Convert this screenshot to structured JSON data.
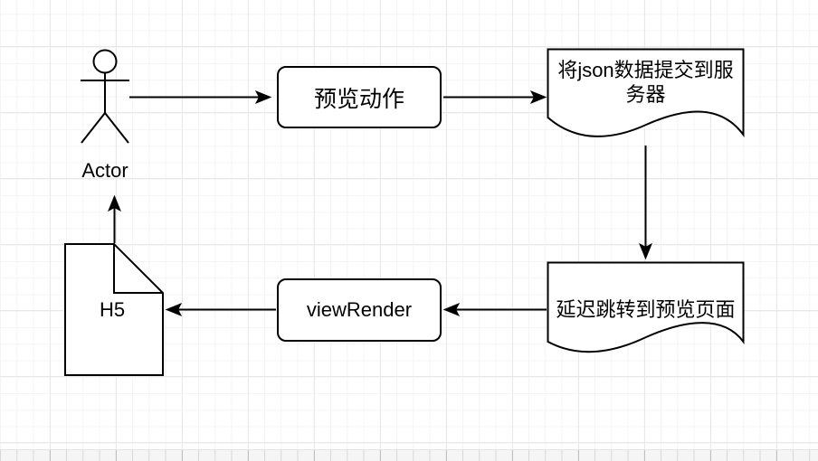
{
  "diagram": {
    "type": "flowchart",
    "background_color": "#ffffff",
    "stroke_color": "#000000",
    "shape_fill_color": "#ffffff",
    "grid": {
      "minor_color": "#f4f4f6",
      "major_color": "#e8e8ea"
    },
    "nodes": [
      {
        "id": "actor",
        "shape": "actor-stick-figure",
        "label": "Actor"
      },
      {
        "id": "preview-action",
        "shape": "rounded-rectangle",
        "label": "预览动作"
      },
      {
        "id": "submit-json",
        "shape": "document",
        "label": "将json数据提交到服务器"
      },
      {
        "id": "delay-redirect",
        "shape": "document",
        "label": "延迟跳转到预览页面"
      },
      {
        "id": "view-render",
        "shape": "rounded-rectangle",
        "label": "viewRender"
      },
      {
        "id": "h5",
        "shape": "note",
        "label": "H5"
      }
    ],
    "edges": [
      {
        "from": "actor",
        "to": "preview-action",
        "direction": "right"
      },
      {
        "from": "preview-action",
        "to": "submit-json",
        "direction": "right"
      },
      {
        "from": "submit-json",
        "to": "delay-redirect",
        "direction": "down"
      },
      {
        "from": "delay-redirect",
        "to": "view-render",
        "direction": "left"
      },
      {
        "from": "view-render",
        "to": "h5",
        "direction": "left"
      },
      {
        "from": "h5",
        "to": "actor",
        "direction": "up"
      }
    ]
  }
}
